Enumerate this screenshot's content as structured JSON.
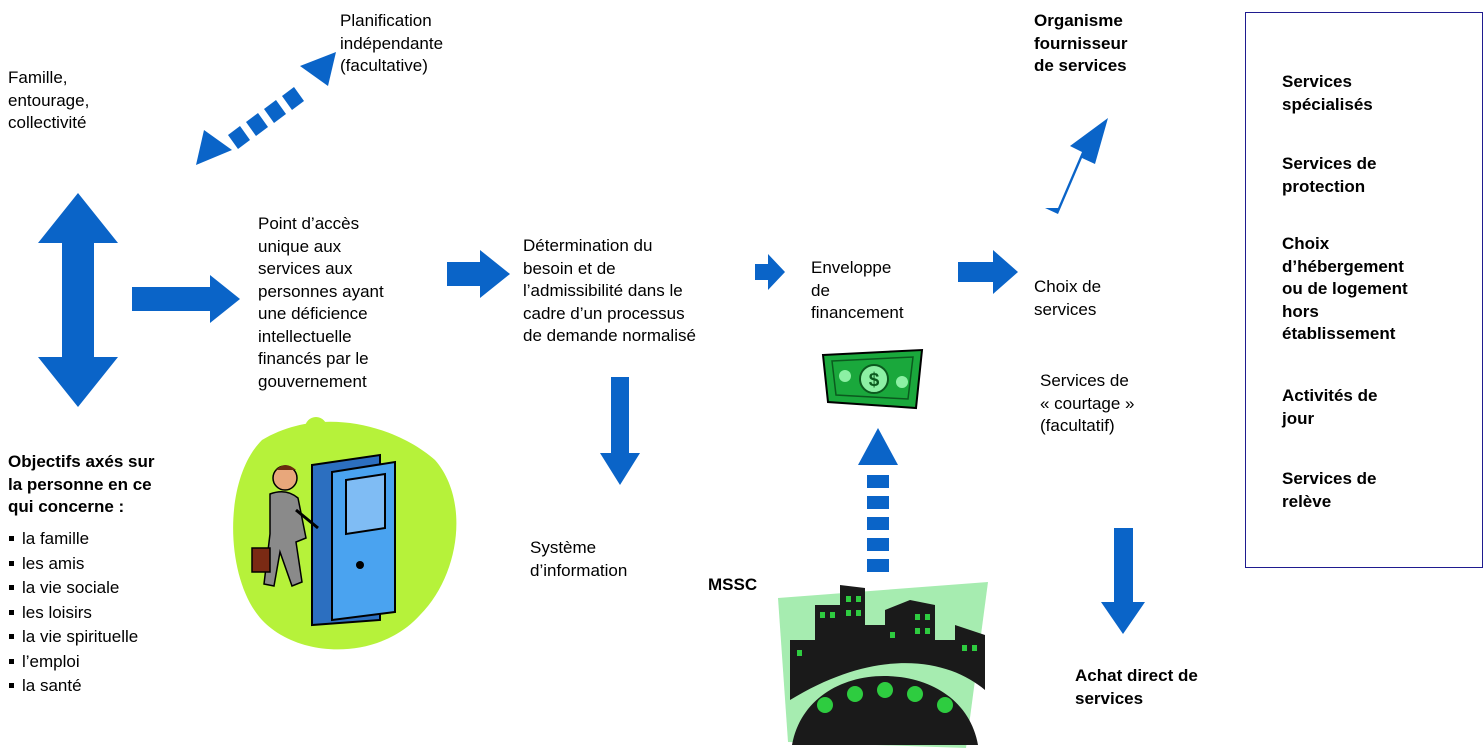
{
  "colors": {
    "arrow": "#0a64c8",
    "money": "#1aa83c",
    "lime": "#b6f23a",
    "city_bg": "#a6ecb0",
    "box_border": "#1f1b8f",
    "door": "#4aa3f0"
  },
  "labels": {
    "family": "Famille,\nentourage,\ncollectivité",
    "planning": "Planification\nindépendante\n(facultative)",
    "access_point": "Point d’accès\nunique aux\nservices aux\npersonnes ayant\nune déficience\nintellectuelle\nfinancés par le\ngouvernement",
    "determination": "Détermination du\nbesoin et de\nl’admissibilité dans le\ncadre d’un processus\nde demande normalisé",
    "envelope": "Enveloppe\nde\nfinancement",
    "choice": "Choix de\nservices",
    "brokerage": "Services de\n« courtage »\n(facultatif)",
    "provider": "Organisme\nfournisseur\nde services",
    "info_system": "Système\nd’information",
    "mssc": "MSSC",
    "direct_purchase": "Achat direct de\nservices"
  },
  "goals": {
    "title": "Objectifs axés sur\nla personne en ce\nqui concerne :",
    "items": [
      "la famille",
      "les amis",
      "la vie sociale",
      "les loisirs",
      "la vie spirituelle",
      "l’emploi",
      "la santé"
    ]
  },
  "services_box": {
    "items": [
      "Services\nspécialisés",
      "Services de\nprotection",
      "Choix\nd’hébergement\nou de logement\nhors\nétablissement",
      "Activités de\njour",
      "Services de\nrelève"
    ]
  },
  "icons": [
    "door-person-clipart",
    "dollar-bill-icon",
    "city-buildings-clipart"
  ]
}
